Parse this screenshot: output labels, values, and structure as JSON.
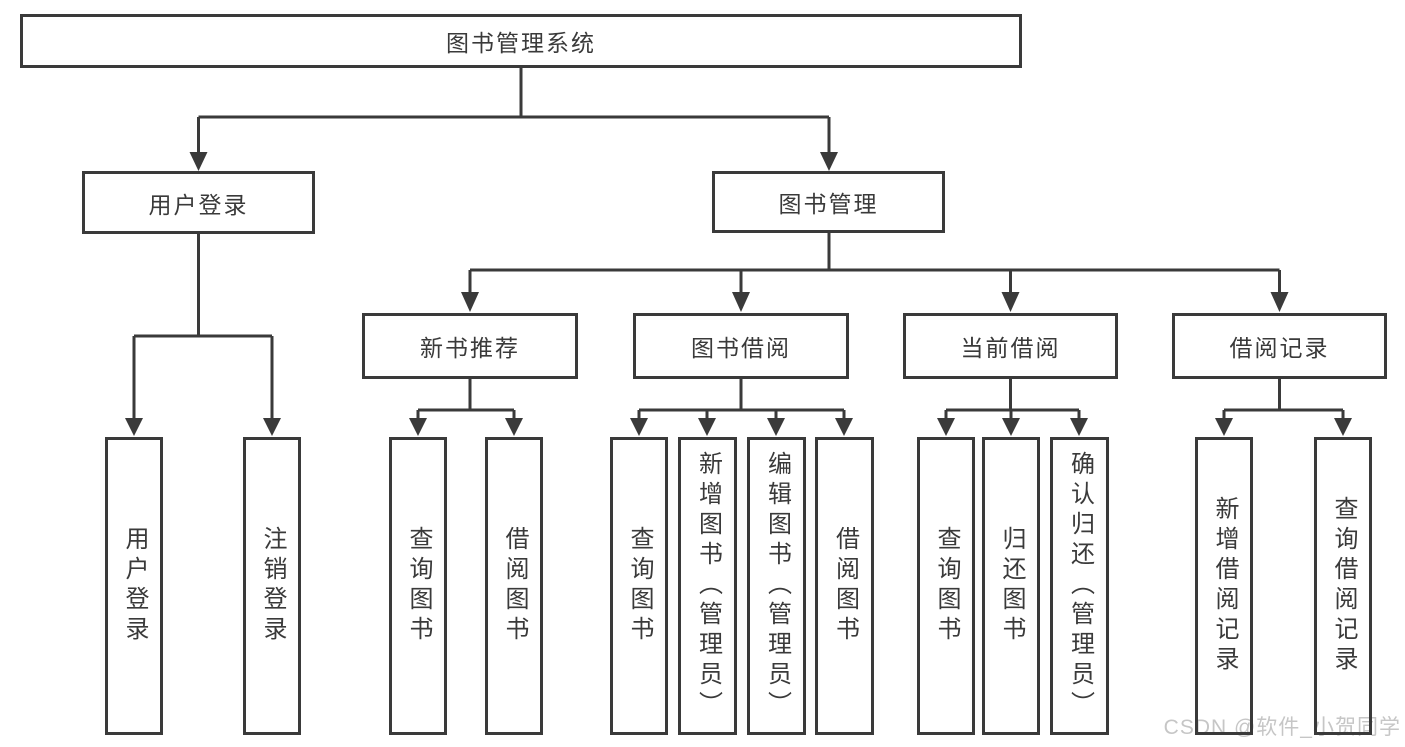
{
  "diagram_title": "图书管理系统",
  "nodes": {
    "root": "图书管理系统",
    "level2": {
      "user_login": "用户登录",
      "book_mgmt": "图书管理"
    },
    "level3": {
      "new_book": "新书推荐",
      "borrow": "图书借阅",
      "current": "当前借阅",
      "records": "借阅记录"
    },
    "leaves": {
      "user_login": "用户登录",
      "logout": "注销登录",
      "nb_query": "查询图书",
      "nb_borrow": "借阅图书",
      "bb_query": "查询图书",
      "bb_add": "新增图书（管理员）",
      "bb_edit": "编辑图书（管理员）",
      "bb_borrow": "借阅图书",
      "cb_query": "查询图书",
      "cb_return": "归还图书",
      "cb_confirm": "确认归还（管理员）",
      "br_add": "新增借阅记录",
      "br_query": "查询借阅记录"
    }
  },
  "watermark": {
    "text": "CSDN @软件_小贺同学"
  },
  "colors": {
    "ink": "#3a3a3a",
    "background": "#ffffff",
    "watermark": "#c6c6c6"
  }
}
